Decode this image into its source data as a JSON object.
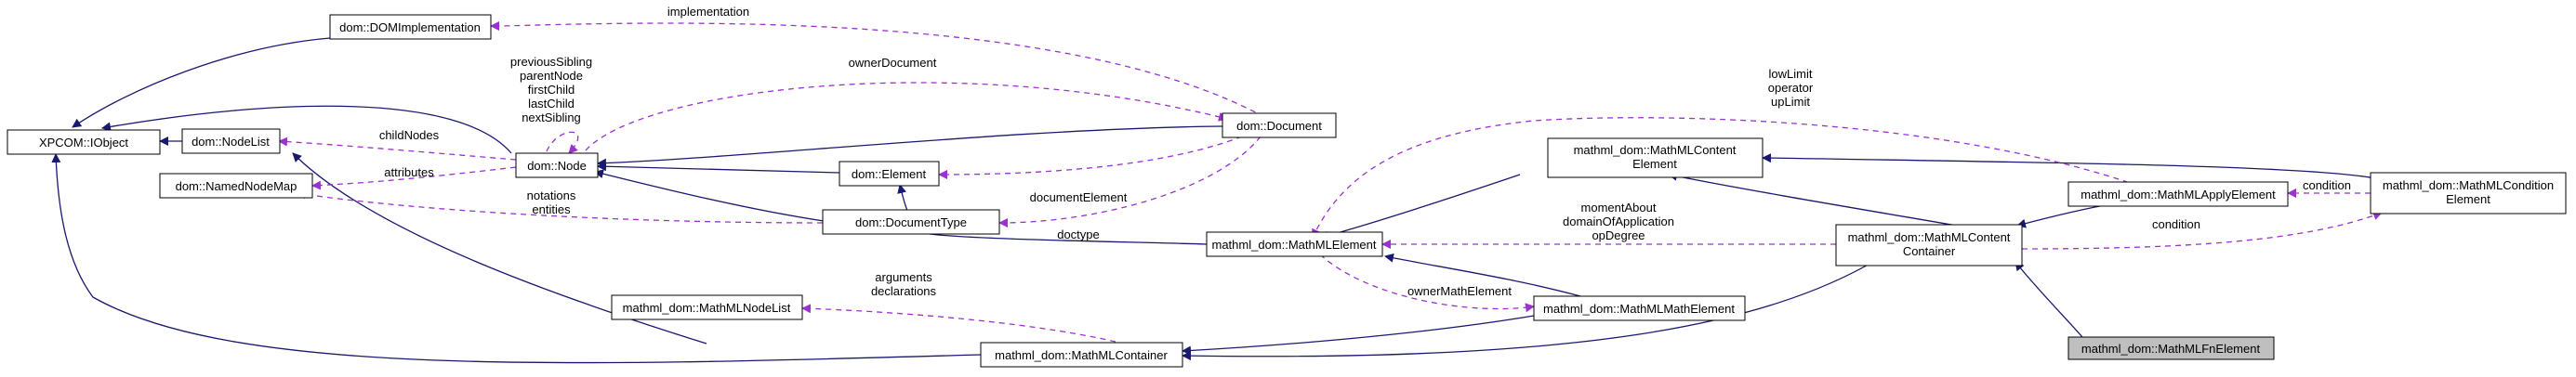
{
  "colors": {
    "inheritance": "#191970",
    "usage": "#9a32cd",
    "highlight_fill": "#bfbfbf"
  },
  "nodes": {
    "xpcom_iobject": [
      "XPCOM::IObject"
    ],
    "dom_domimplementation": [
      "dom::DOMImplementation"
    ],
    "dom_nodelist": [
      "dom::NodeList"
    ],
    "dom_namednodemap": [
      "dom::NamedNodeMap"
    ],
    "dom_node": [
      "dom::Node"
    ],
    "dom_document": [
      "dom::Document"
    ],
    "dom_element": [
      "dom::Element"
    ],
    "dom_documenttype": [
      "dom::DocumentType"
    ],
    "mathml_nodelist": [
      "mathml_dom::MathMLNodeList"
    ],
    "mathml_container": [
      "mathml_dom::MathMLContainer"
    ],
    "mathml_element": [
      "mathml_dom::MathMLElement"
    ],
    "mathml_mathelement": [
      "mathml_dom::MathMLMathElement"
    ],
    "mathml_contentelement": [
      "mathml_dom::MathMLContent",
      "Element"
    ],
    "mathml_contentcontainer": [
      "mathml_dom::MathMLContent",
      "Container"
    ],
    "mathml_applyelement": [
      "mathml_dom::MathMLApplyElement"
    ],
    "mathml_conditionelement": [
      "mathml_dom::MathMLCondition",
      "Element"
    ],
    "mathml_fnelement": [
      "mathml_dom::MathMLFnElement"
    ]
  },
  "edge_labels": {
    "implementation": [
      "implementation"
    ],
    "owner_document": [
      "ownerDocument"
    ],
    "siblings": [
      "previousSibling",
      "parentNode",
      "firstChild",
      "lastChild",
      "nextSibling"
    ],
    "child_nodes": [
      "childNodes"
    ],
    "attributes": [
      "attributes"
    ],
    "notations": [
      "notations",
      "entities"
    ],
    "document_element": [
      "documentElement"
    ],
    "doctype": [
      "doctype"
    ],
    "limits": [
      "lowLimit",
      "operator",
      "upLimit"
    ],
    "moment": [
      "momentAbout",
      "domainOfApplication",
      "opDegree"
    ],
    "condition_top": [
      "condition"
    ],
    "condition": [
      "condition"
    ],
    "arguments": [
      "arguments",
      "declarations"
    ],
    "owner_math": [
      "ownerMathElement"
    ]
  }
}
